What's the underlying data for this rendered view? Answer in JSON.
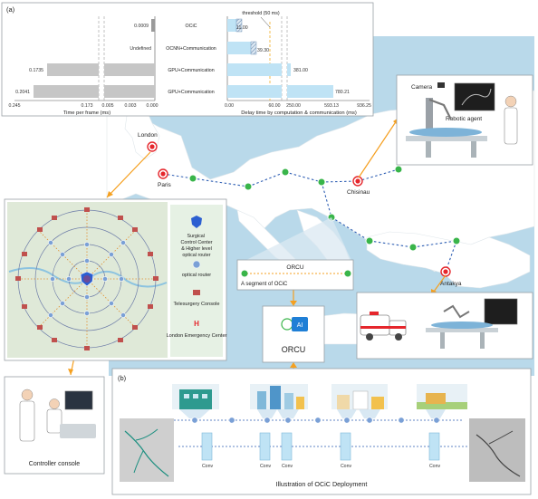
{
  "panel_a": {
    "tag": "(a)",
    "rows": [
      {
        "name": "OCiC",
        "left_value": "0.0009",
        "right_value": "11.00"
      },
      {
        "name": "OCNN+Communication",
        "left_value": "Undefined",
        "right_value": "39.30"
      },
      {
        "name": "GPU+Communication",
        "left_value": "0.1735",
        "right_value": "381.00"
      },
      {
        "name": "GPU+Communication",
        "left_value": "0.2041",
        "right_value": "780.21"
      }
    ],
    "left_ticks": [
      "0.245",
      "0.173",
      "0.005",
      "0.003",
      "0.000"
    ],
    "left_axis_label": "Time per frame  (ms)",
    "right_ticks": [
      "0.00",
      "60.00",
      "250.00",
      "593.13",
      "936.25"
    ],
    "right_axis_label": "Delay time by computation & communication  (ms)",
    "threshold_label": "threshold (50 ms)"
  },
  "map": {
    "cities": {
      "london": "London",
      "paris": "Paris",
      "chisinau": "Chisinau",
      "antakya": "Antakya"
    }
  },
  "london_legend": {
    "scc": "Surgical Control Center & Higher level optical router",
    "router": "optical router",
    "console": "Telesurgery Console",
    "emergency_icon": "H",
    "emergency": "London Emergency Center"
  },
  "robot_panel": {
    "camera": "Camera",
    "agent": "Robotic agent"
  },
  "orcu_strip": {
    "title": "ORCU",
    "segment": "A segment of OCiC"
  },
  "orcu_box": {
    "label": "ORCU",
    "ai": "AI"
  },
  "controller": {
    "label": "Controller console"
  },
  "panel_b": {
    "tag": "(b)",
    "conv_labels": [
      "Conv",
      "Conv",
      "Conv",
      "Conv",
      "Conv"
    ],
    "caption": "Illustration of OCiC Deployment"
  }
}
